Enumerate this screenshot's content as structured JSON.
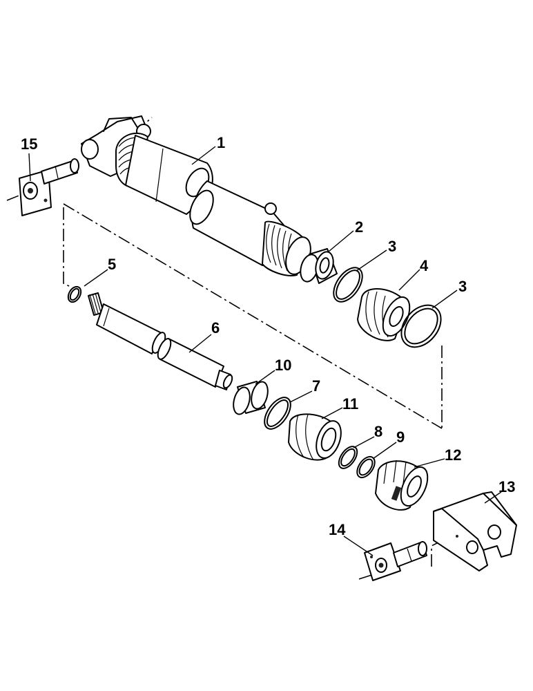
{
  "labels": {
    "p1": "1",
    "p2": "2",
    "p3a": "3",
    "p3b": "3",
    "p4": "4",
    "p5": "5",
    "p6": "6",
    "p7": "7",
    "p8": "8",
    "p9": "9",
    "p10": "10",
    "p11": "11",
    "p12": "12",
    "p13": "13",
    "p14": "14",
    "p15": "15"
  }
}
